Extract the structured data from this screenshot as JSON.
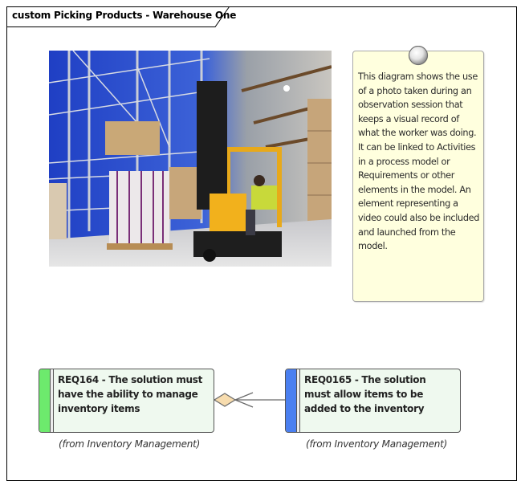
{
  "diagram": {
    "title": "custom Picking Products - Warehouse One",
    "type": "custom"
  },
  "photo": {
    "description": "Warehouse photo: reach truck forklift operator in hi-vis vest among pallet racking with stacked boxes",
    "colors": {
      "racking_blue": "#2f4ecf",
      "forklift_yellow": "#f2b11c",
      "floor": "#d8d8d8"
    }
  },
  "note": {
    "lines": [
      "This diagram shows the use",
      "of a photo taken during an",
      "observation session that",
      "keeps a visual record of",
      "what the worker was doing.",
      "It can be linked to Activities",
      "in a process model or",
      "Requirements or other",
      "elements in the model. An",
      "element representing a",
      "video could also be included",
      "and launched from the",
      "model."
    ],
    "fill": "#ffffde"
  },
  "requirements": [
    {
      "id": "REQ164",
      "lines": [
        "REQ164 - The solution must",
        "have the ability to manage",
        "inventory items"
      ],
      "from": "(from Inventory Management)",
      "bar_color": "#6dea6d"
    },
    {
      "id": "REQ0165",
      "lines": [
        "REQ0165 - The solution",
        "must allow items to be",
        "added to the inventory"
      ],
      "from": "(from Inventory Management)",
      "bar_color": "#4a7ff0"
    }
  ],
  "connector": {
    "type": "aggregation",
    "source": "REQ0165",
    "target": "REQ164",
    "diamond_fill": "#f7dcae"
  }
}
